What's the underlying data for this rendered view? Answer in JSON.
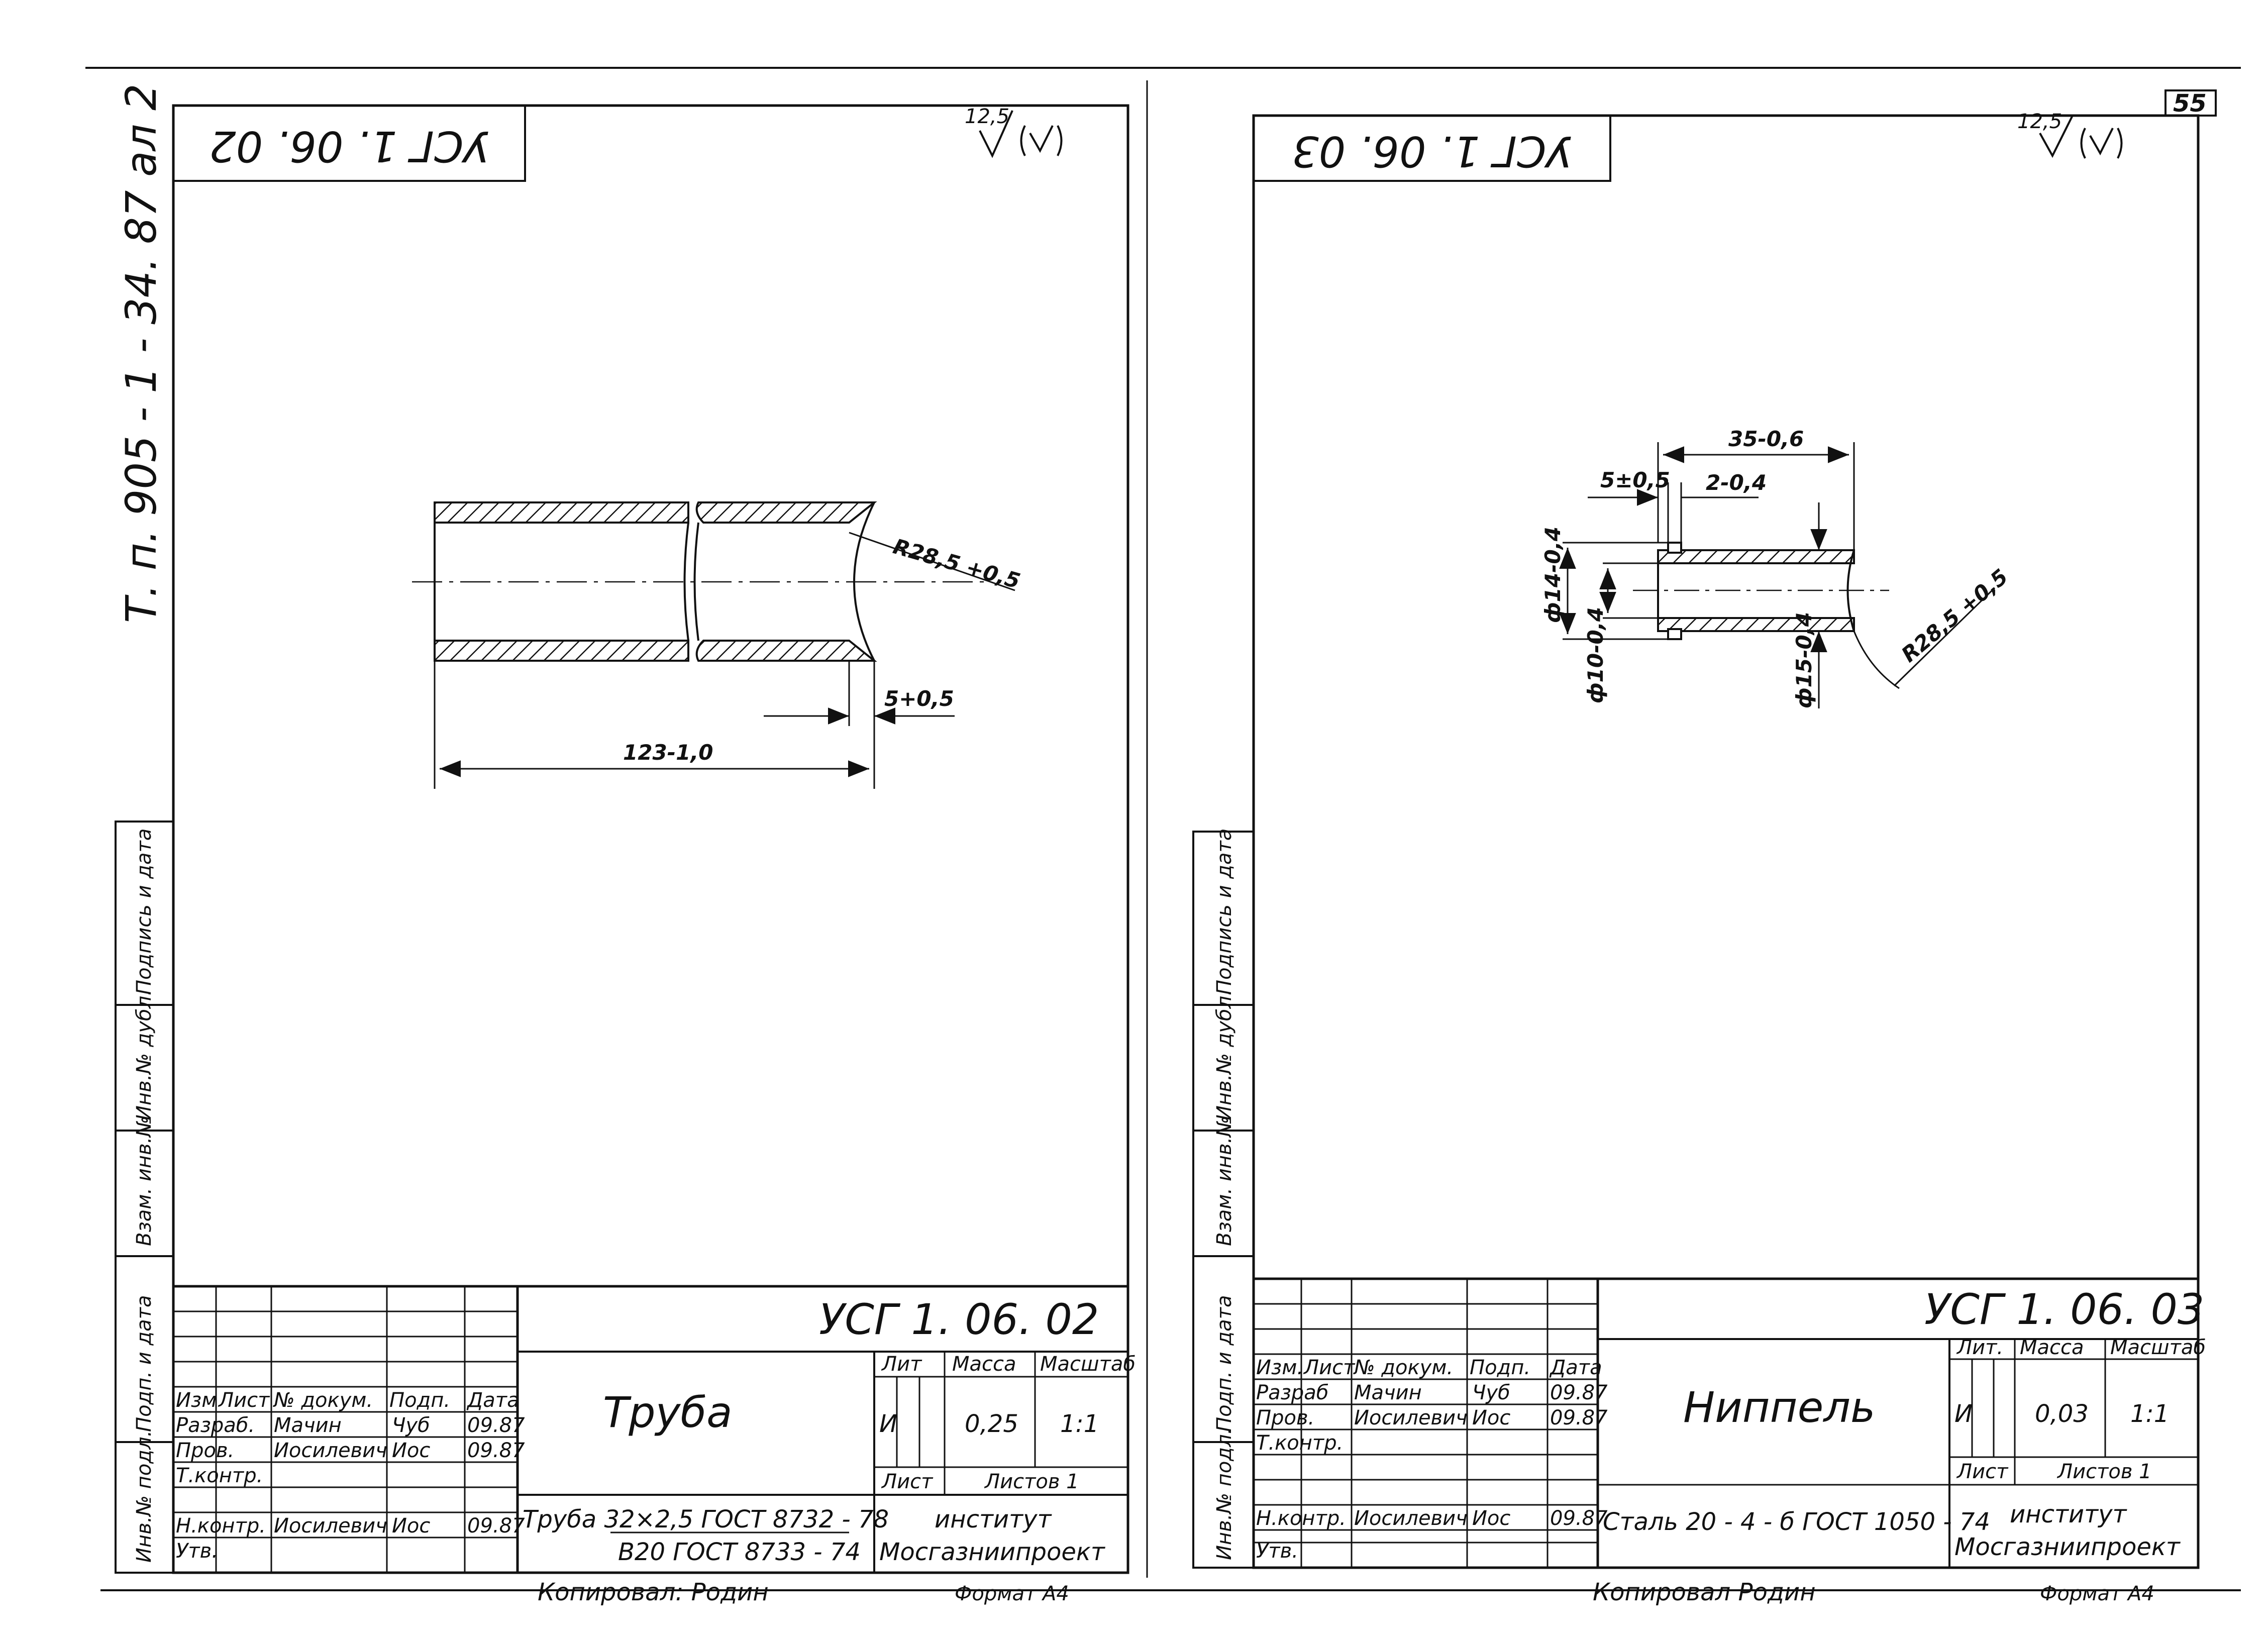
{
  "page": {
    "number": "55"
  },
  "left_margin": {
    "album_ref": "Т. п.  905 - 1 - 34. 87    ал 2",
    "stamp_cells": [
      "Инв.№ подл.",
      "Подп. и дата",
      "Взам. инв.№",
      "Инв.№ дубл.",
      "Подпись и дата"
    ]
  },
  "sheets": [
    {
      "code_top": "УСГ 1. 06. 02",
      "roughness": "12,5",
      "title": "Труба",
      "code": "УСГ 1. 06. 02",
      "material_line1": "Труба  32×2,5 ГОСТ 8732 - 78",
      "material_line2": "В20 ГОСТ 8733 - 74",
      "lit_header": "Лит",
      "mass_header": "Масса",
      "scale_header": "Масштаб",
      "lit": "И",
      "mass": "0,25",
      "scale": "1:1",
      "sheet_label": "Лист",
      "sheets_label": "Листов 1",
      "org_line1": "институт",
      "org_line2": "Мосгазниипроект",
      "copied": "Копировал: Родин",
      "format": "Формат А4",
      "stamp_headers": [
        "Изм",
        "Лист",
        "№ докум.",
        "Подп.",
        "Дата"
      ],
      "stamp_rows": [
        [
          "Разраб.",
          "Мачин",
          "Чуб",
          "09.87"
        ],
        [
          "Пров.",
          "Иосилевич",
          "Иос",
          "09.87"
        ],
        [
          "Т.контр.",
          "",
          "",
          ""
        ],
        [
          "Н.контр.",
          "Иосилевич",
          "Иос",
          "09.87"
        ],
        [
          "Утв.",
          "",
          "",
          ""
        ]
      ],
      "dims": {
        "radius": "R28,5 +0,5",
        "chamfer": "5+0,5",
        "length": "123-1,0"
      }
    },
    {
      "code_top": "УСГ 1. 06. 03",
      "roughness": "12,5",
      "title": "Ниппель",
      "code": "УСГ 1. 06. 03",
      "material_line1": "Сталь 20 - 4 - б ГОСТ 1050 - 74",
      "lit_header": "Лит.",
      "mass_header": "Масса",
      "scale_header": "Масштаб",
      "lit": "И",
      "mass": "0,03",
      "scale": "1:1",
      "sheet_label": "Лист",
      "sheets_label": "Листов 1",
      "org_line1": "институт",
      "org_line2": "Мосгазниипроект",
      "copied": "Копировал  Родин",
      "format": "Формат А4",
      "stamp_headers": [
        "Изм.",
        "Лист",
        "№ докум.",
        "Подп.",
        "Дата"
      ],
      "stamp_rows": [
        [
          "Разраб",
          "Мачин",
          "Чуб",
          "09.87"
        ],
        [
          "Пров.",
          "Иосилевич",
          "Иос",
          "09.87"
        ],
        [
          "Т.контр.",
          "",
          "",
          ""
        ],
        [
          "Н.контр.",
          "Иосилевич",
          "Иос",
          "09.87"
        ],
        [
          "Утв.",
          "",
          "",
          ""
        ]
      ],
      "dims": {
        "length": "35-0,6",
        "offset": "5±0,5",
        "groove": "2-0,4",
        "d_outer": "ф14-0,4",
        "d_inner": "ф10-0,4",
        "d_body": "ф15-0,4",
        "radius": "R28,5 +0,5"
      }
    }
  ]
}
